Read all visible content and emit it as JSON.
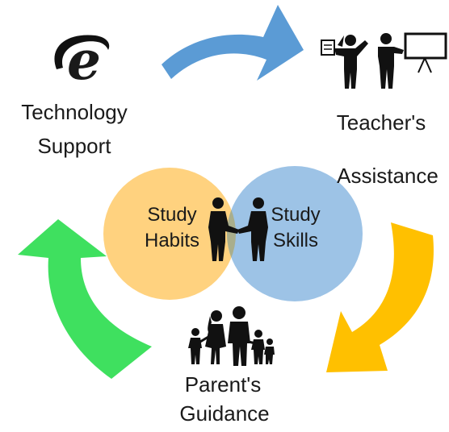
{
  "diagram": {
    "nodes": {
      "technology": {
        "label_line1": "Technology",
        "label_line2": "Support",
        "icon": "internet-explorer-icon"
      },
      "teacher": {
        "label_line1": "Teacher's",
        "label_line2": "Assistance",
        "icon": "teacher-presentation-icon"
      },
      "parent": {
        "label_line1": "Parent's",
        "label_line2": "Guidance",
        "icon": "family-icon"
      }
    },
    "center": {
      "left_circle": {
        "label_line1": "Study",
        "label_line2": "Habits",
        "color": "#FFD27F"
      },
      "right_circle": {
        "label_line1": "Study",
        "label_line2": "Skills",
        "color": "#9DC3E6"
      },
      "overlap_color": "#A9AE8C",
      "icon": "handshake-people-icon"
    },
    "arrows": {
      "top_color": "#5B9BD5",
      "right_color": "#FFC000",
      "left_color": "#3FE05F"
    }
  }
}
